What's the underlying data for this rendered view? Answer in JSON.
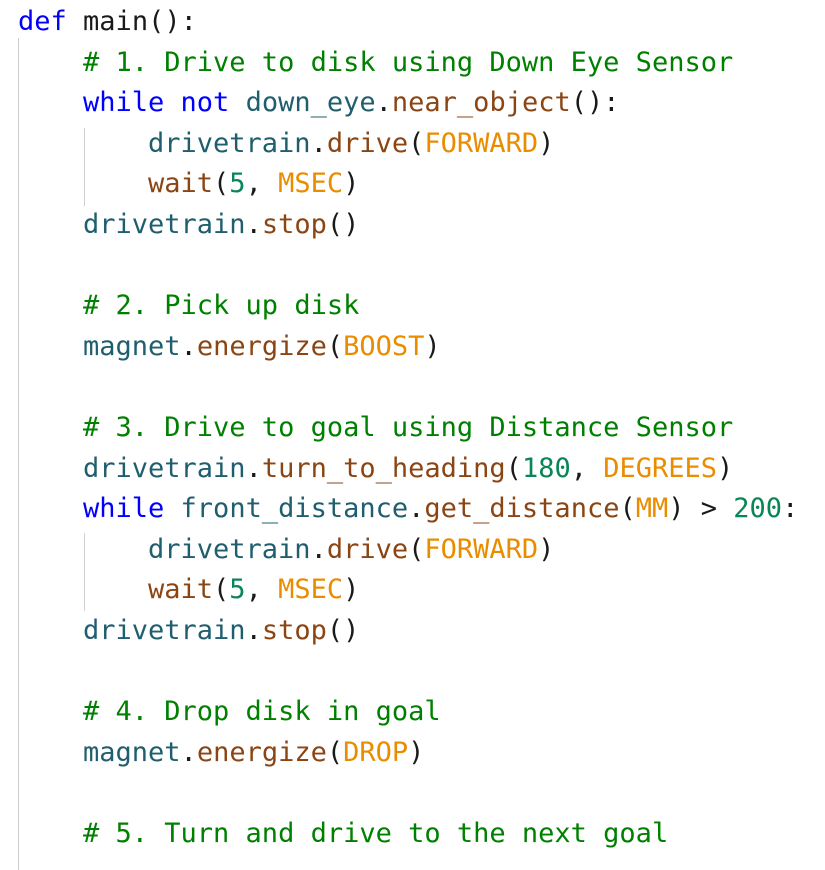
{
  "colors": {
    "keyword": "#0000ff",
    "function": "#8b4513",
    "object": "#1f5e6e",
    "constant": "#ea8c00",
    "number": "#098658",
    "comment": "#008000",
    "punctuation": "#1a1a1a",
    "indent_guide": "#cfcfcf",
    "background": "#ffffff"
  },
  "lines": [
    {
      "indent": 0,
      "tokens": [
        {
          "t": "def",
          "c": "kw"
        },
        {
          "t": " "
        },
        {
          "t": "main",
          "c": "pun"
        },
        {
          "t": "():",
          "c": "pun"
        }
      ]
    },
    {
      "indent": 1,
      "tokens": [
        {
          "t": "# 1. Drive to disk using Down Eye Sensor",
          "c": "cmt"
        }
      ]
    },
    {
      "indent": 1,
      "tokens": [
        {
          "t": "while",
          "c": "kw"
        },
        {
          "t": " "
        },
        {
          "t": "not",
          "c": "kw"
        },
        {
          "t": " "
        },
        {
          "t": "down_eye",
          "c": "obj"
        },
        {
          "t": ".",
          "c": "pun"
        },
        {
          "t": "near_object",
          "c": "fn"
        },
        {
          "t": "():",
          "c": "pun"
        }
      ]
    },
    {
      "indent": 2,
      "tokens": [
        {
          "t": "drivetrain",
          "c": "obj"
        },
        {
          "t": ".",
          "c": "pun"
        },
        {
          "t": "drive",
          "c": "fn"
        },
        {
          "t": "(",
          "c": "pun"
        },
        {
          "t": "FORWARD",
          "c": "cst"
        },
        {
          "t": ")",
          "c": "pun"
        }
      ]
    },
    {
      "indent": 2,
      "tokens": [
        {
          "t": "wait",
          "c": "fn"
        },
        {
          "t": "(",
          "c": "pun"
        },
        {
          "t": "5",
          "c": "num"
        },
        {
          "t": ", ",
          "c": "pun"
        },
        {
          "t": "MSEC",
          "c": "cst"
        },
        {
          "t": ")",
          "c": "pun"
        }
      ]
    },
    {
      "indent": 1,
      "tokens": [
        {
          "t": "drivetrain",
          "c": "obj"
        },
        {
          "t": ".",
          "c": "pun"
        },
        {
          "t": "stop",
          "c": "fn"
        },
        {
          "t": "()",
          "c": "pun"
        }
      ]
    },
    {
      "indent": 0,
      "tokens": []
    },
    {
      "indent": 1,
      "tokens": [
        {
          "t": "# 2. Pick up disk",
          "c": "cmt"
        }
      ]
    },
    {
      "indent": 1,
      "tokens": [
        {
          "t": "magnet",
          "c": "obj"
        },
        {
          "t": ".",
          "c": "pun"
        },
        {
          "t": "energize",
          "c": "fn"
        },
        {
          "t": "(",
          "c": "pun"
        },
        {
          "t": "BOOST",
          "c": "cst"
        },
        {
          "t": ")",
          "c": "pun"
        }
      ]
    },
    {
      "indent": 0,
      "tokens": []
    },
    {
      "indent": 1,
      "tokens": [
        {
          "t": "# 3. Drive to goal using Distance Sensor",
          "c": "cmt"
        }
      ]
    },
    {
      "indent": 1,
      "tokens": [
        {
          "t": "drivetrain",
          "c": "obj"
        },
        {
          "t": ".",
          "c": "pun"
        },
        {
          "t": "turn_to_heading",
          "c": "fn"
        },
        {
          "t": "(",
          "c": "pun"
        },
        {
          "t": "180",
          "c": "num"
        },
        {
          "t": ", ",
          "c": "pun"
        },
        {
          "t": "DEGREES",
          "c": "cst"
        },
        {
          "t": ")",
          "c": "pun"
        }
      ]
    },
    {
      "indent": 1,
      "tokens": [
        {
          "t": "while",
          "c": "kw"
        },
        {
          "t": " "
        },
        {
          "t": "front_distance",
          "c": "obj"
        },
        {
          "t": ".",
          "c": "pun"
        },
        {
          "t": "get_distance",
          "c": "fn"
        },
        {
          "t": "(",
          "c": "pun"
        },
        {
          "t": "MM",
          "c": "cst"
        },
        {
          "t": ") > ",
          "c": "pun"
        },
        {
          "t": "200",
          "c": "num"
        },
        {
          "t": ":",
          "c": "pun"
        }
      ]
    },
    {
      "indent": 2,
      "tokens": [
        {
          "t": "drivetrain",
          "c": "obj"
        },
        {
          "t": ".",
          "c": "pun"
        },
        {
          "t": "drive",
          "c": "fn"
        },
        {
          "t": "(",
          "c": "pun"
        },
        {
          "t": "FORWARD",
          "c": "cst"
        },
        {
          "t": ")",
          "c": "pun"
        }
      ]
    },
    {
      "indent": 2,
      "tokens": [
        {
          "t": "wait",
          "c": "fn"
        },
        {
          "t": "(",
          "c": "pun"
        },
        {
          "t": "5",
          "c": "num"
        },
        {
          "t": ", ",
          "c": "pun"
        },
        {
          "t": "MSEC",
          "c": "cst"
        },
        {
          "t": ")",
          "c": "pun"
        }
      ]
    },
    {
      "indent": 1,
      "tokens": [
        {
          "t": "drivetrain",
          "c": "obj"
        },
        {
          "t": ".",
          "c": "pun"
        },
        {
          "t": "stop",
          "c": "fn"
        },
        {
          "t": "()",
          "c": "pun"
        }
      ]
    },
    {
      "indent": 0,
      "tokens": []
    },
    {
      "indent": 1,
      "tokens": [
        {
          "t": "# 4. Drop disk in goal",
          "c": "cmt"
        }
      ]
    },
    {
      "indent": 1,
      "tokens": [
        {
          "t": "magnet",
          "c": "obj"
        },
        {
          "t": ".",
          "c": "pun"
        },
        {
          "t": "energize",
          "c": "fn"
        },
        {
          "t": "(",
          "c": "pun"
        },
        {
          "t": "DROP",
          "c": "cst"
        },
        {
          "t": ")",
          "c": "pun"
        }
      ]
    },
    {
      "indent": 0,
      "tokens": []
    },
    {
      "indent": 1,
      "tokens": [
        {
          "t": "# 5. Turn and drive to the next goal",
          "c": "cmt"
        }
      ]
    }
  ]
}
